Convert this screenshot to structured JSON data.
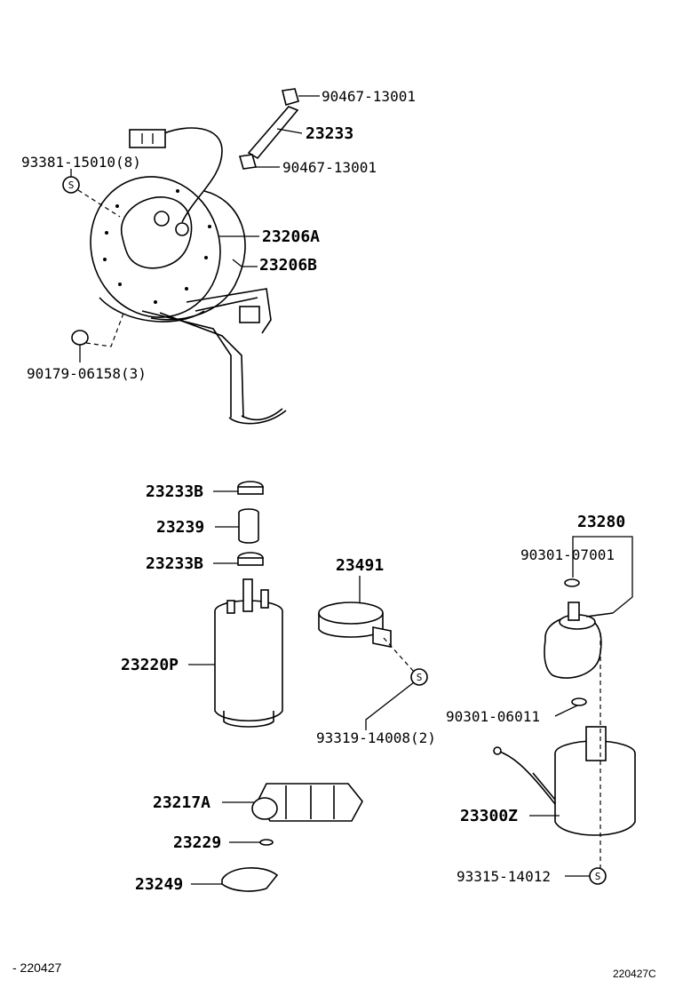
{
  "labels": {
    "p90467_top": "90467-13001",
    "p23233": "23233",
    "p90467_bot": "90467-13001",
    "p93381": "93381-15010(8)",
    "p23206A": "23206A",
    "p23206B": "23206B",
    "p90179": "90179-06158(3)",
    "p23233B_top": "23233B",
    "p23239": "23239",
    "p23233B_bot": "23233B",
    "p23220P": "23220P",
    "p23491": "23491",
    "p93319": "93319-14008(2)",
    "p23280": "23280",
    "p90301_07001": "90301-07001",
    "p90301_06011": "90301-06011",
    "p23300Z": "23300Z",
    "p93315": "93315-14012",
    "p23217A": "23217A",
    "p23229": "23229",
    "p23249": "23249"
  },
  "symbols": {
    "screw_mark": "S"
  },
  "footer": {
    "left_code": "- 220427",
    "right_code": "220427C"
  }
}
